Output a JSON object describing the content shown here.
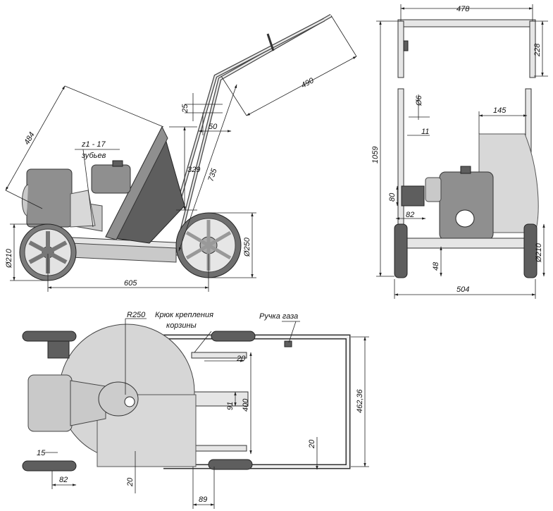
{
  "side_view": {
    "dim_484": "484",
    "dim_329": "329",
    "dim_735": "735",
    "dim_490": "490",
    "dim_25": "25",
    "dim_50": "50",
    "dim_605": "605",
    "dim_d210": "Ø210",
    "dim_d250": "Ø250",
    "gear_label_line1": "z1 - 17",
    "gear_label_line2": "зубьев"
  },
  "front_view": {
    "dim_478": "478",
    "dim_228": "228",
    "dim_1059": "1059",
    "dim_d6": "Ø6",
    "dim_11": "11",
    "dim_145": "145",
    "dim_80": "80",
    "dim_82": "82",
    "dim_48": "48",
    "dim_504": "504",
    "dim_d210": "Ø210"
  },
  "top_view": {
    "dim_r250": "R250",
    "hook_label_line1": "Крюк крепления",
    "hook_label_line2": "корзины",
    "throttle_label": "Ручка газа",
    "dim_20_top": "20",
    "dim_91": "91",
    "dim_400": "400",
    "dim_46236": "462,36",
    "dim_20_right": "20",
    "dim_15": "15",
    "dim_82": "82",
    "dim_20_bottom": "20",
    "dim_89": "89"
  }
}
